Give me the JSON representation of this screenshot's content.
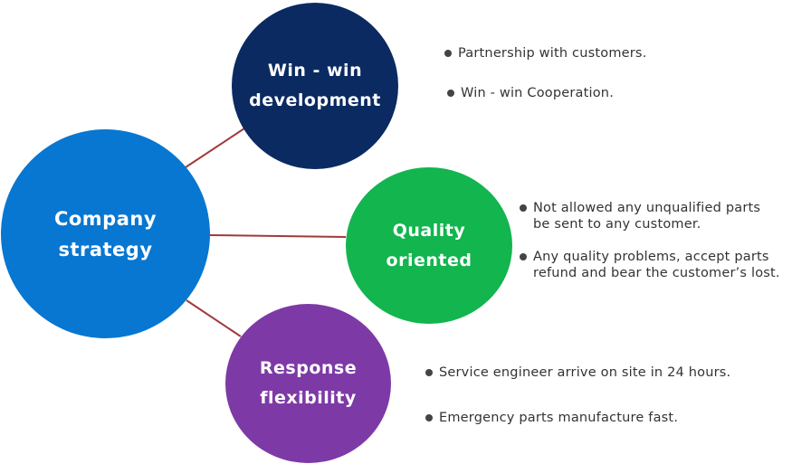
{
  "nodes": {
    "main": {
      "line1": "Company",
      "line2": "strategy",
      "color": "#0777d1"
    },
    "win": {
      "line1": "Win - win",
      "line2": "development",
      "color": "#0b2a62"
    },
    "quality": {
      "line1": "Quality",
      "line2": "oriented",
      "color": "#12b54e"
    },
    "response": {
      "line1": "Response",
      "line2": "flexibility",
      "color": "#7d3aa6"
    }
  },
  "connector_color": "#a03a3a",
  "bullets": {
    "win": [
      "Partnership with customers.",
      "Win - win Cooperation."
    ],
    "quality": [
      {
        "line1": "Not allowed any unqualified parts",
        "line2": "be sent to any customer."
      },
      {
        "line1": "Any quality problems, accept parts",
        "line2": "refund and bear the customer’s lost."
      }
    ],
    "response": [
      "Service engineer arrive on site in 24 hours.",
      "Emergency parts manufacture fast."
    ]
  }
}
